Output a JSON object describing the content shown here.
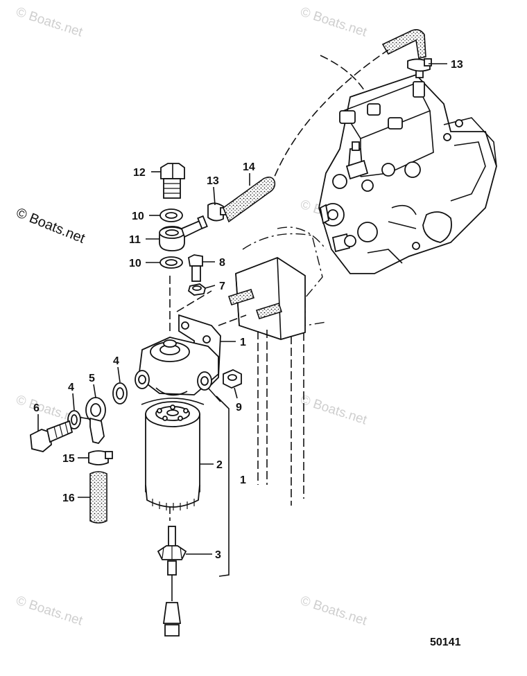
{
  "diagram": {
    "figure_number": "50141",
    "watermark_text": "© Boats.net",
    "callouts": [
      {
        "id": "c13a",
        "text": "13",
        "part": "Hose clamp (upper)"
      },
      {
        "id": "c14",
        "text": "14"
      },
      {
        "id": "c12",
        "text": "12"
      },
      {
        "id": "c13b",
        "text": "13"
      },
      {
        "id": "c10a",
        "text": "10"
      },
      {
        "id": "c11",
        "text": "11"
      },
      {
        "id": "c10b",
        "text": "10"
      },
      {
        "id": "c8",
        "text": "8"
      },
      {
        "id": "c7",
        "text": "7"
      },
      {
        "id": "c1a",
        "text": "1"
      },
      {
        "id": "c4a",
        "text": "4"
      },
      {
        "id": "c5",
        "text": "5"
      },
      {
        "id": "c4b",
        "text": "4"
      },
      {
        "id": "c9",
        "text": "9"
      },
      {
        "id": "c6",
        "text": "6"
      },
      {
        "id": "c2",
        "text": "2"
      },
      {
        "id": "c15",
        "text": "15"
      },
      {
        "id": "c1b",
        "text": "1"
      },
      {
        "id": "c16",
        "text": "16"
      },
      {
        "id": "c3",
        "text": "3"
      }
    ]
  }
}
